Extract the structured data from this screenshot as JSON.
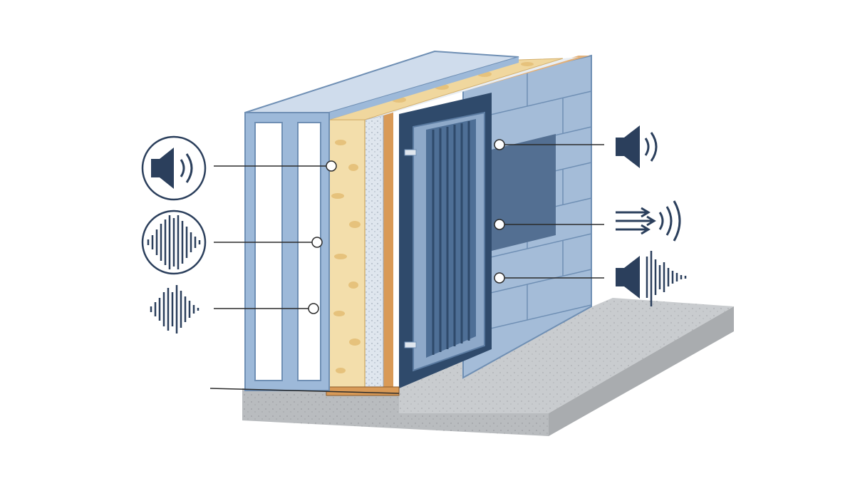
{
  "colors": {
    "background": "#ffffff",
    "steel_frame": "#9db9d9",
    "steel_frame_dark": "#6f8fb4",
    "frame_cap": "#cfdcec",
    "insulation": "#f3deab",
    "insulation_dark": "#e6c27c",
    "board_speckled": "#dfe6ee",
    "orange_strip": "#d99a57",
    "dark_panel": "#2f4a6b",
    "grille": "#4e6f96",
    "brick_wall": "#8ea9c9",
    "brick_face": "#a4bcd8",
    "concrete": "#c9cccf",
    "concrete_side": "#b4b7ba",
    "leader_line": "#2b2b2b",
    "icon": "#2b3f5c"
  },
  "left_icons": [
    {
      "icon": "speaker-sound-icon",
      "style": "circled"
    },
    {
      "icon": "sound-wave-icon",
      "style": "circled"
    },
    {
      "icon": "sound-wave-icon",
      "style": "plain"
    }
  ],
  "right_icons": [
    {
      "icon": "speaker-sound-icon"
    },
    {
      "icon": "airflow-sound-icon"
    },
    {
      "icon": "speaker-vibration-icon"
    }
  ]
}
